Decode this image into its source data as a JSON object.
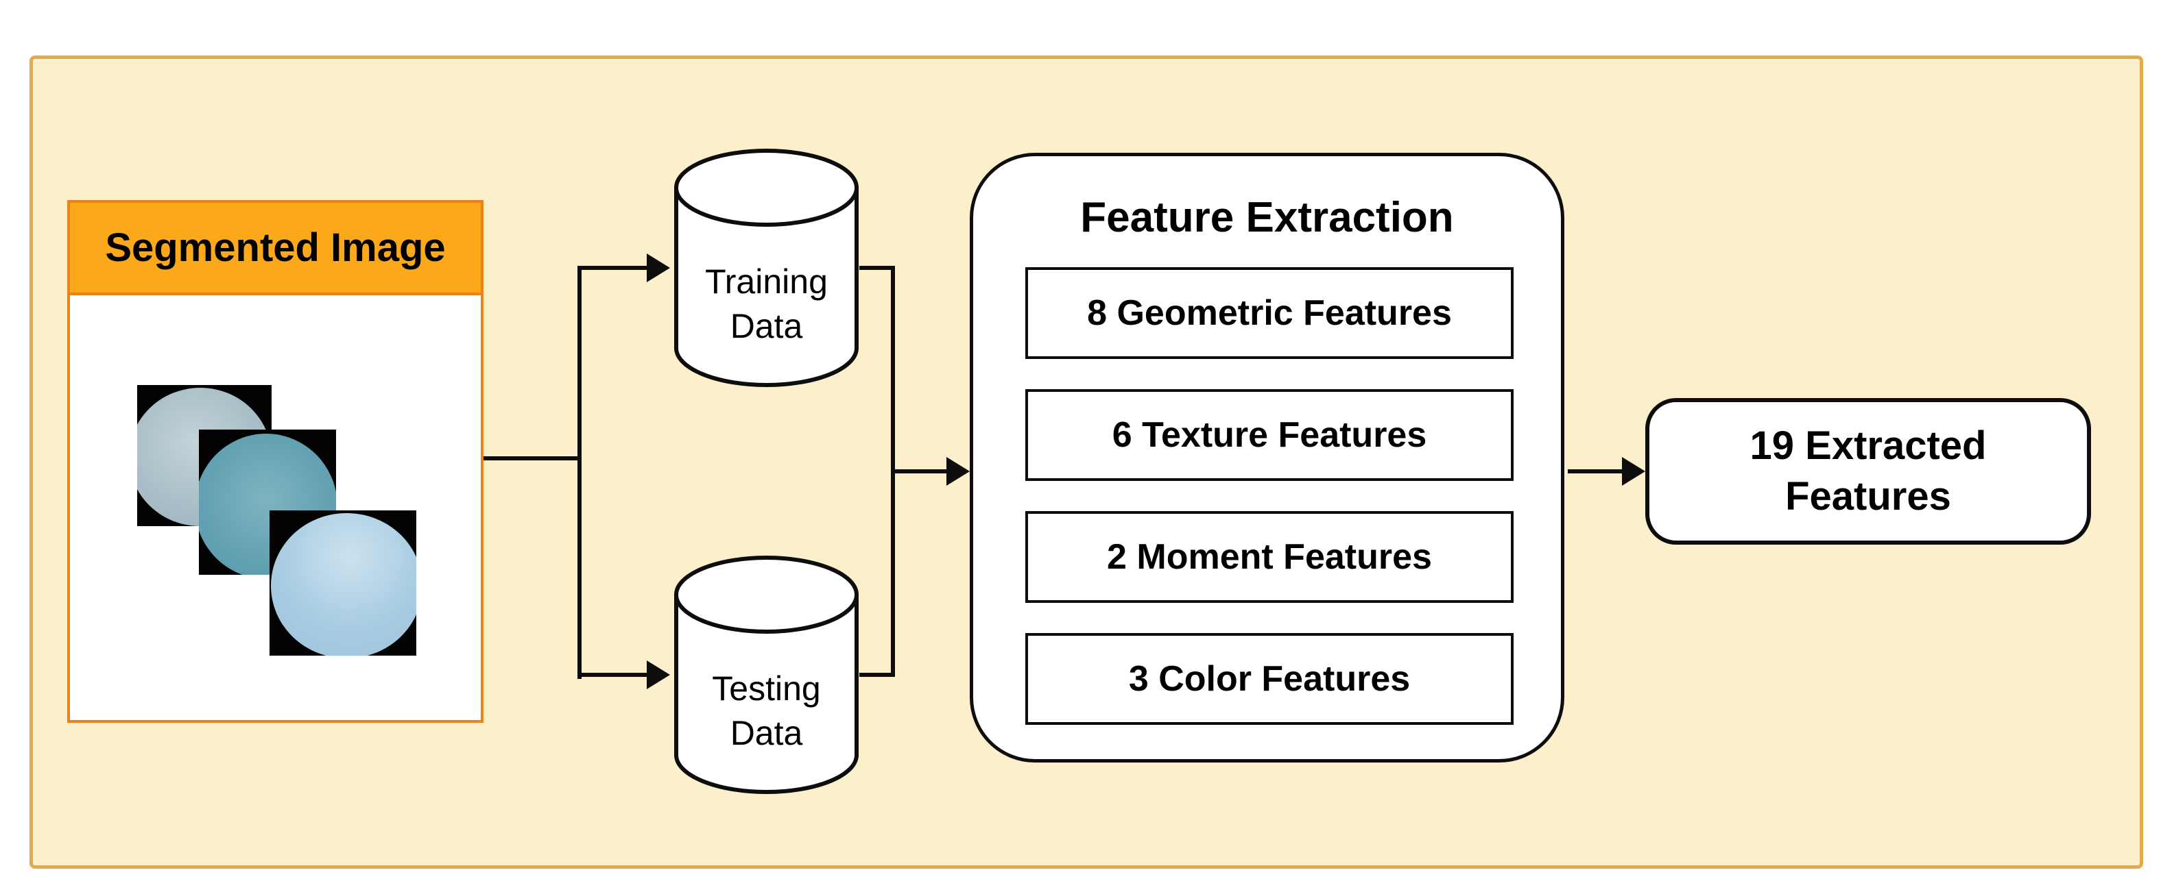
{
  "figure": {
    "segmented_image": {
      "title": "Segmented Image"
    },
    "training_db": {
      "line1": "Training",
      "line2": "Data"
    },
    "testing_db": {
      "line1": "Testing",
      "line2": "Data"
    },
    "feature_extraction": {
      "title": "Feature Extraction",
      "items": [
        {
          "label": "8 Geometric Features"
        },
        {
          "label": "6 Texture Features"
        },
        {
          "label": "2 Moment Features"
        },
        {
          "label": "3 Color Features"
        }
      ]
    },
    "output_box": {
      "line1": "19 Extracted",
      "line2": "Features"
    }
  },
  "colors": {
    "cream": "#FCEFCB",
    "gold-border": "#DFAC49",
    "header-orange": "#FBA91B",
    "box-orange-border": "#E8831D",
    "ink": "#0d0d0d"
  }
}
